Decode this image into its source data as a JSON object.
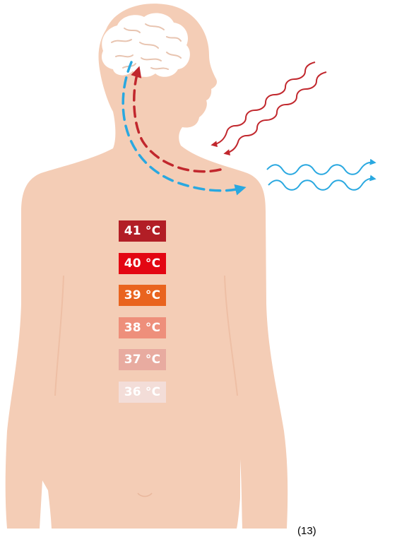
{
  "colors": {
    "skin": "#f4cdb6",
    "brain": "#ffffff",
    "heat_in_arrow": "#c1272d",
    "heat_out_arrow": "#29a8e0"
  },
  "temperature_scale": [
    {
      "label": "41 °C",
      "color": "#b21e26",
      "text_color": "#ffffff"
    },
    {
      "label": "40 °C",
      "color": "#e30613",
      "text_color": "#ffffff"
    },
    {
      "label": "39 °C",
      "color": "#e9641f",
      "text_color": "#ffffff"
    },
    {
      "label": "38 °C",
      "color": "#ee8f7b",
      "text_color": "#ffffff"
    },
    {
      "label": "37 °C",
      "color": "#e8aba0",
      "text_color": "#ffffff"
    },
    {
      "label": "36 °C",
      "color": "#f3ddd8",
      "text_color": "#ffffff"
    }
  ],
  "caption": "(13)",
  "icons": {
    "brain": "brain-icon",
    "incoming_radiation": "wavy-arrow-in-icon",
    "outgoing_radiation": "wavy-arrow-out-icon"
  }
}
